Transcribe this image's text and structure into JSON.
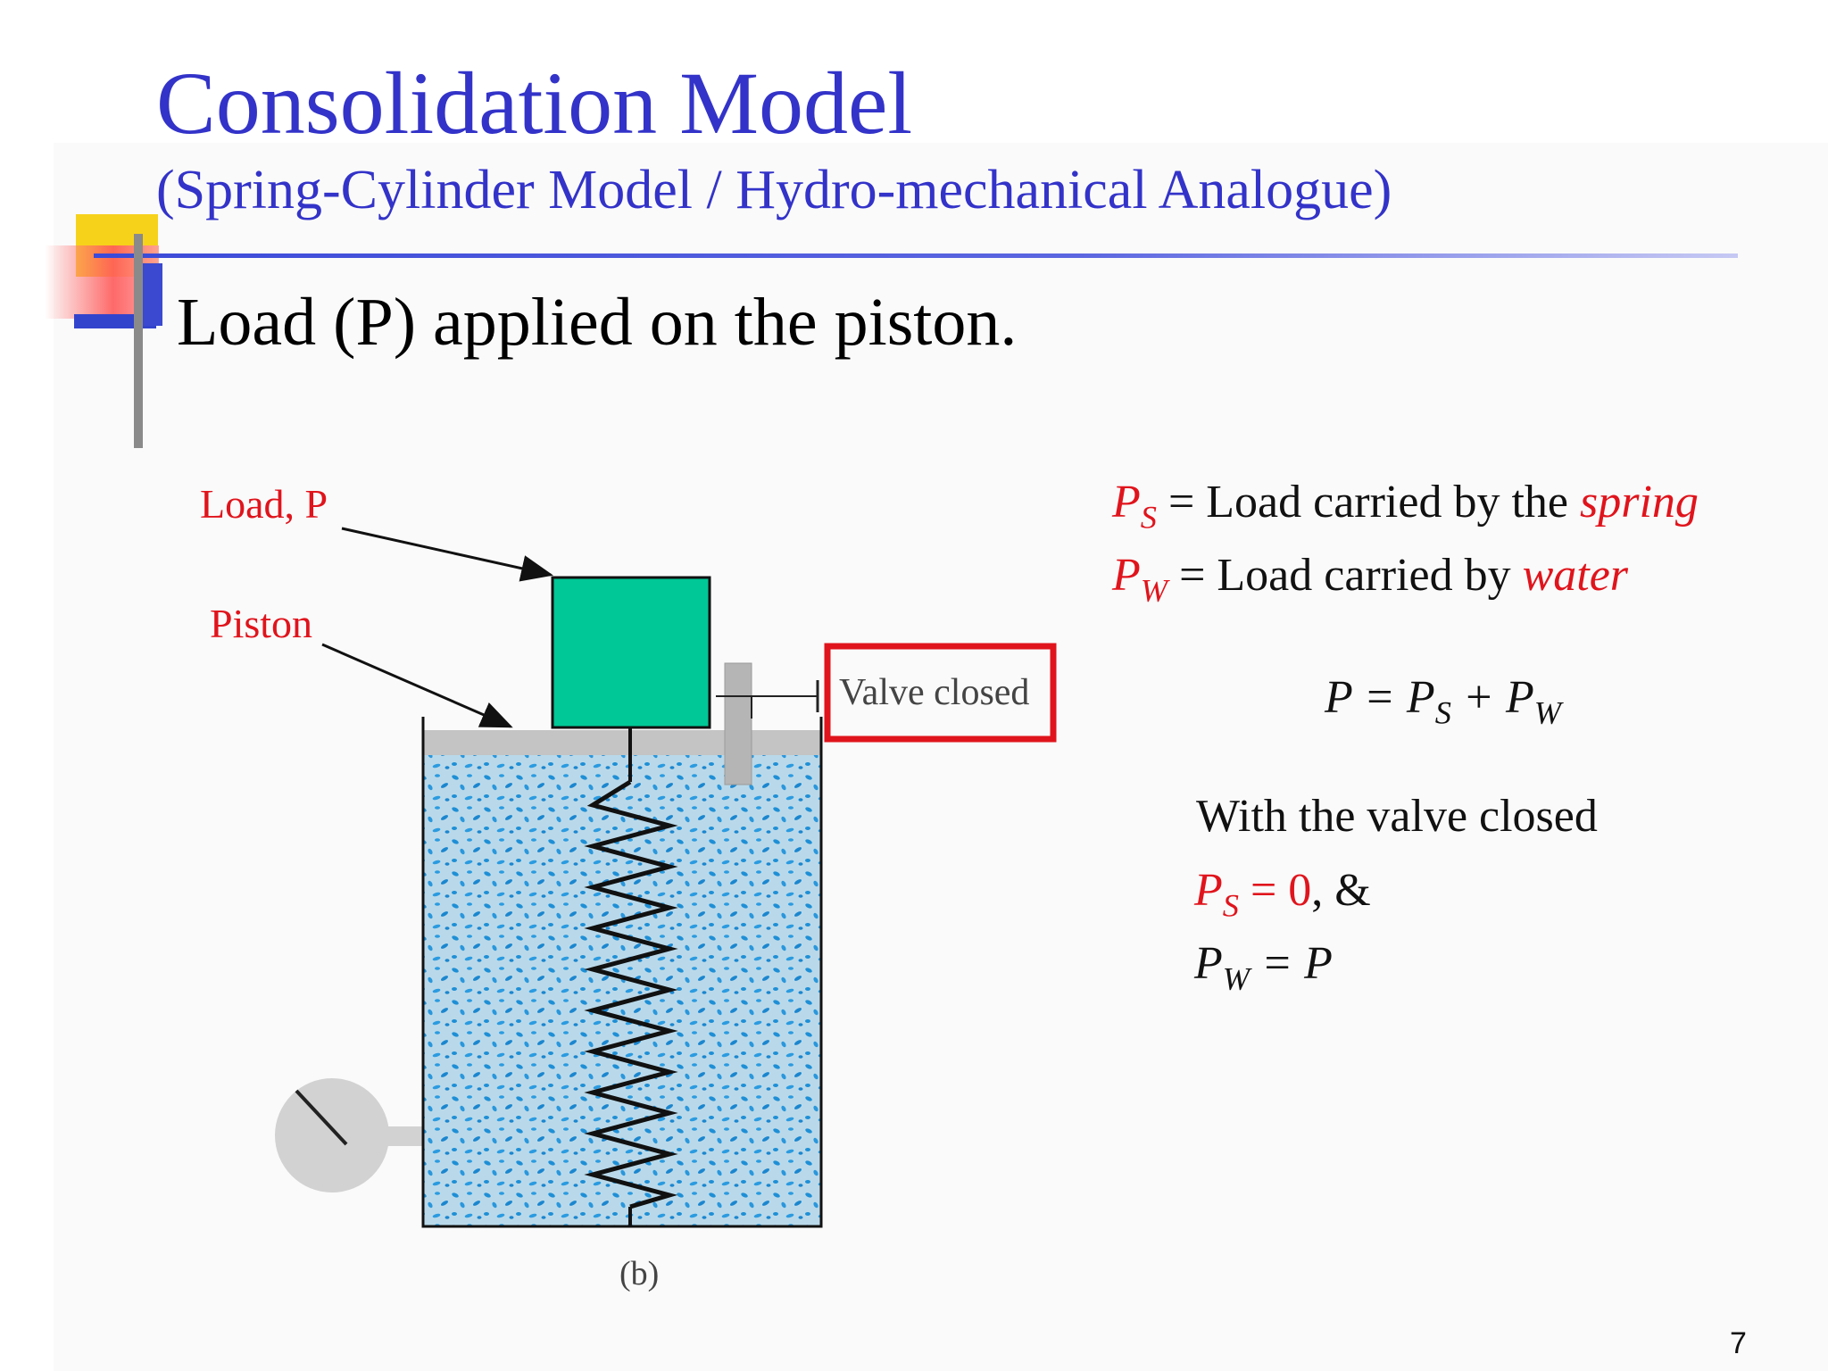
{
  "slide": {
    "title": "Consolidation Model",
    "subtitle": "(Spring-Cylinder Model / Hydro-mechanical Analogue)",
    "bullet": "Load (P) applied on the piston.",
    "page_number": "7"
  },
  "figure": {
    "load_label": "Load, P",
    "piston_label": "Piston",
    "valve_label": "Valve closed",
    "caption": "(b)"
  },
  "equations": {
    "ps_def": {
      "sym": "P",
      "sub": "S",
      "text": " = Load carried by the ",
      "keyword": "spring"
    },
    "pw_def": {
      "sym": "P",
      "sub": "W",
      "text": " = Load carried by ",
      "keyword": "water"
    },
    "balance": {
      "lhs": "P = P",
      "s": "S",
      "plus": " + P",
      "w": "W"
    },
    "condition": "With the valve closed",
    "ps_zero": {
      "sym": "P",
      "sub": "S",
      "eq": " = 0",
      "tail": ", &"
    },
    "pw_equal": {
      "sym": "P",
      "sub": "W",
      "eq": " = P"
    }
  },
  "colors": {
    "title_blue": "#3333c9",
    "accent_red": "#e0141c",
    "piston_green": "#00c896",
    "water_blue": "#1e8fd6"
  }
}
